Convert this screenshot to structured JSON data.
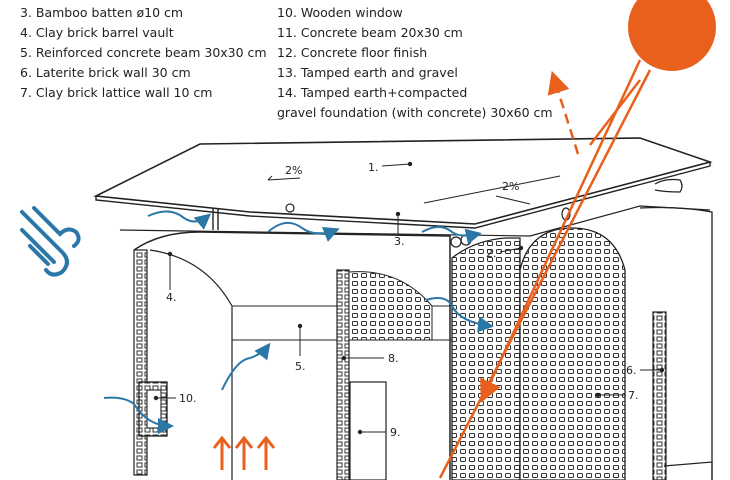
{
  "legend": {
    "left": [
      "3. Bamboo batten ø10 cm",
      "4. Clay brick barrel vault",
      "5. Reinforced concrete beam 30x30 cm",
      "6. Laterite brick wall 30 cm",
      "7. Clay brick lattice wall 10 cm"
    ],
    "right": [
      "10. Wooden window",
      "11. Concrete beam 20x30 cm",
      "12. Concrete floor finish",
      "13. Tamped earth and gravel",
      "14. Tamped earth+compacted",
      "gravel foundation (with concrete) 30x60 cm"
    ]
  },
  "slopes": [
    "2%",
    "2%"
  ],
  "callouts": [
    "1.",
    "2.",
    "3.",
    "4.",
    "5.",
    "6.",
    "7.",
    "8.",
    "9.",
    "10."
  ],
  "icons": [
    "sun-icon",
    "wind-icon",
    "airflow-arrow-icon",
    "heat-rise-arrow-icon"
  ],
  "colors": {
    "sun": "#e8601c",
    "airflow": "#2a77a8",
    "ink": "#222222"
  }
}
